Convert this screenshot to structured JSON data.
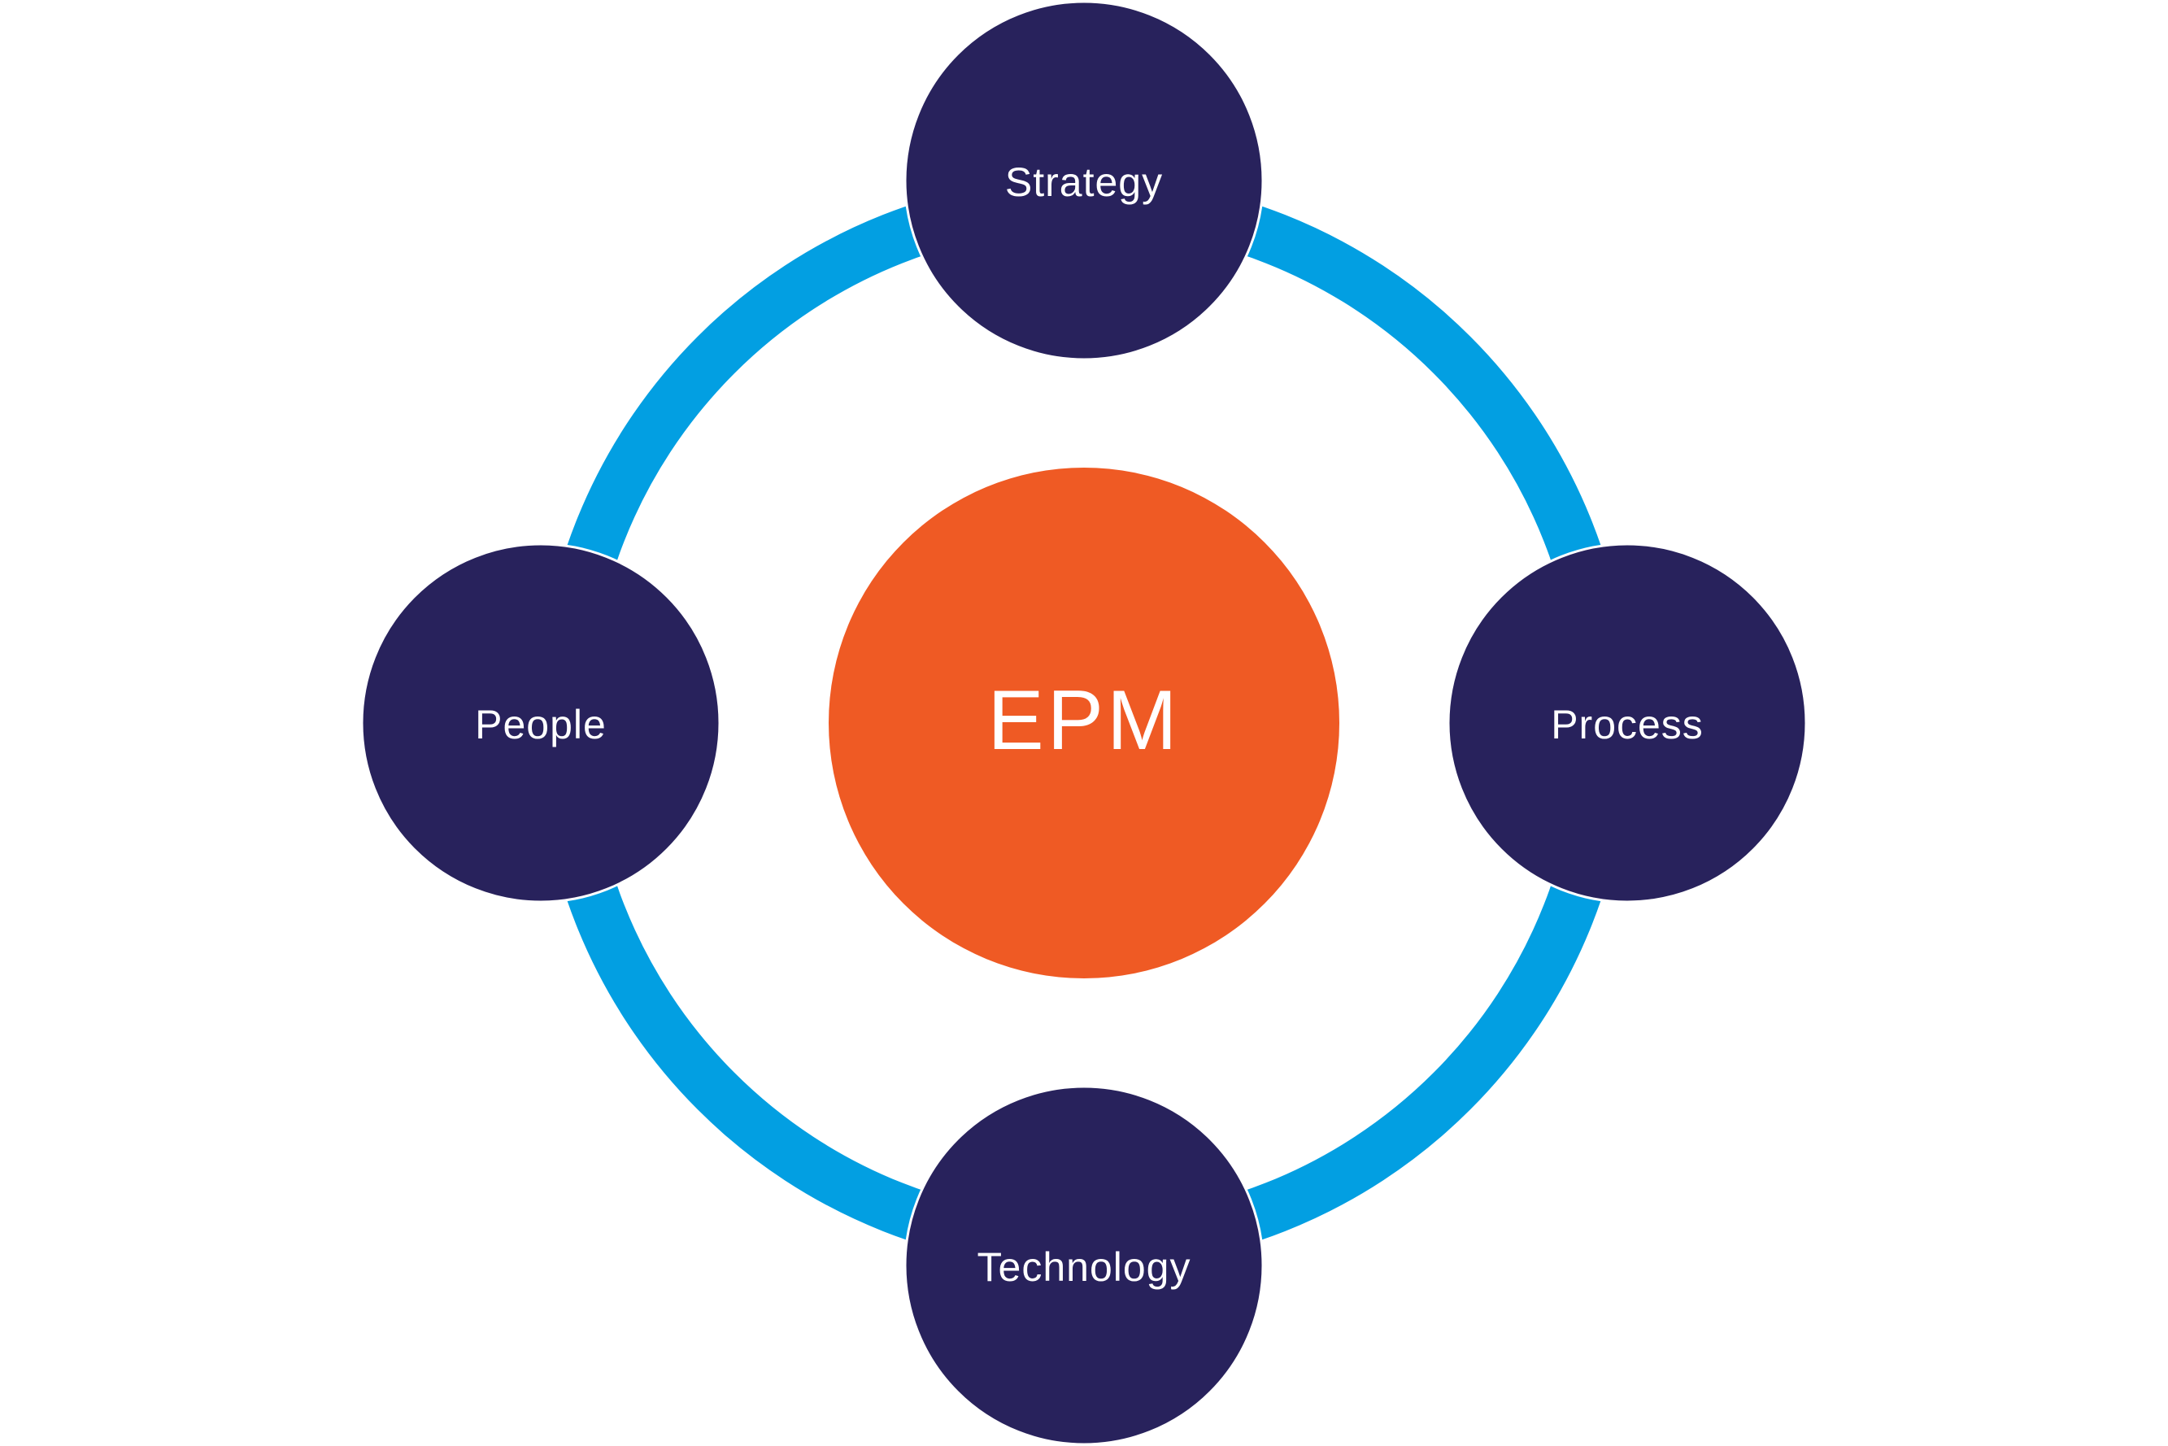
{
  "diagram": {
    "center": {
      "label": "EPM"
    },
    "nodes": [
      {
        "id": "strategy",
        "label": "Strategy"
      },
      {
        "id": "process",
        "label": "Process"
      },
      {
        "id": "technology",
        "label": "Technology"
      },
      {
        "id": "people",
        "label": "People"
      }
    ],
    "colors": {
      "center_fill": "#EF5A24",
      "node_fill": "#28225C",
      "ring_stroke": "#029FE2",
      "text": "#FFFFFF"
    }
  }
}
